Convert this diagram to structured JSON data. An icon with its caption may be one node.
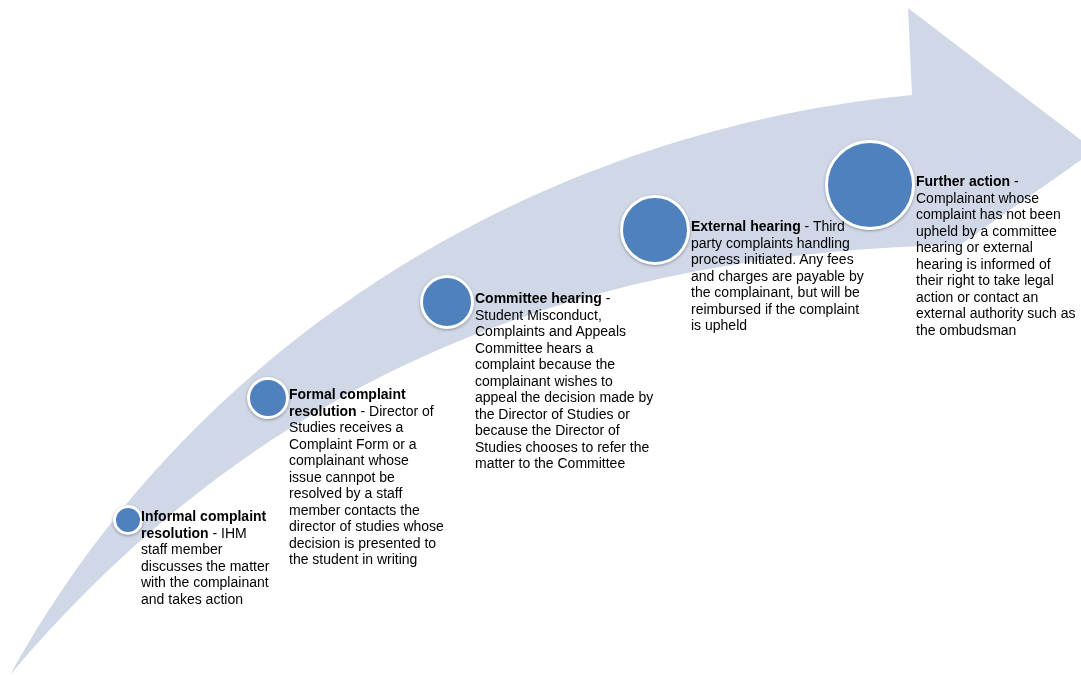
{
  "diagram": {
    "nodes": [
      {
        "text": [],
        "shape": "circle",
        "beside": [
          "**Informal complaint resolution** - IHM staff member discusses the matter with the complainant and takes action"
        ]
      },
      {
        "text": [],
        "shape": "circle",
        "beside": [
          "**Formal complaint resolution** - Director of Studies receives a Complaint Form or a complainant whose issue cannpot be resolved by a staff member contacts the director of studies whose decision is presented to the student in writing"
        ]
      },
      {
        "text": [],
        "shape": "circle",
        "beside": [
          "**Committee hearing** - Student Misconduct, Complaints and Appeals Committee hears a complaint because the complainant wishes to appeal the decision made by the Director of Studies or because the Director of Studies chooses to refer the matter to the Committee"
        ]
      },
      {
        "text": [],
        "shape": "circle",
        "beside": [
          "**External hearing** - Third party complaints handling process initiated. Any fees and charges are payable by the complainant, but will be reimbursed if the complaint is upheld"
        ]
      },
      {
        "text": [],
        "shape": "circle",
        "beside": [
          "**Further action** - Complainant whose complaint has not been upheld by a committee hearing or external hearing is informed of their right to take legal action or contact an external authority such as the ombudsman"
        ]
      }
    ]
  }
}
